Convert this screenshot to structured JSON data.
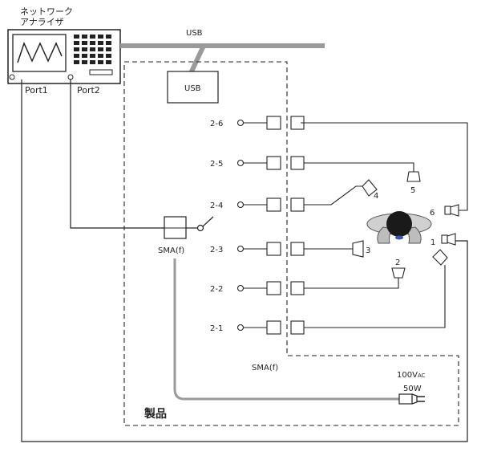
{
  "analyzer": {
    "title_line1": "ネットワーク",
    "title_line2": "アナライザ",
    "port1_label": "Port1",
    "port2_label": "Port2"
  },
  "bus": {
    "label": "USB"
  },
  "product": {
    "usb_box_label": "USB",
    "switch_connector_label": "SMA(f)",
    "lower_connector_label": "SMA(f)",
    "name": "製品",
    "ports": [
      "2-6",
      "2-5",
      "2-4",
      "2-3",
      "2-2",
      "2-1"
    ]
  },
  "antennas": [
    "1",
    "2",
    "3",
    "4",
    "5",
    "6"
  ],
  "power": {
    "voltage_label": "100V",
    "voltage_suffix": "AC",
    "watt_label": "50W"
  }
}
